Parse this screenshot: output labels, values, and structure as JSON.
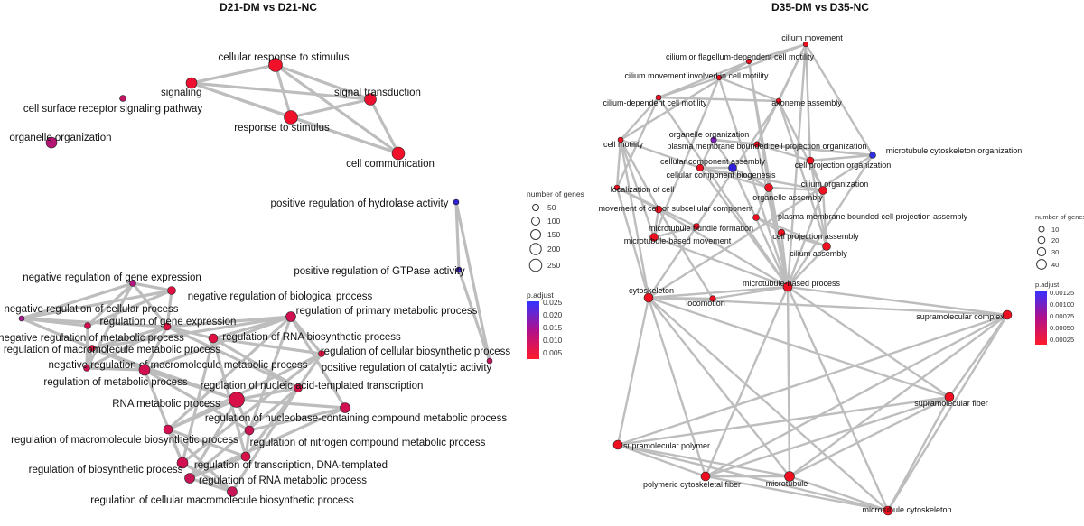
{
  "left_title": "D21-DM vs D21-NC",
  "right_title": "D35-DM vs D35-NC",
  "left_nodes": [
    {
      "id": "crs",
      "label": "cellular response to stimulus",
      "color": "#f0102a"
    },
    {
      "id": "sig",
      "label": "signaling",
      "color": "#ee1030"
    },
    {
      "id": "st",
      "label": "signal transduction",
      "color": "#ee1030"
    },
    {
      "id": "rts",
      "label": "response to stimulus",
      "color": "#f0102a"
    },
    {
      "id": "cc",
      "label": "cell communication",
      "color": "#f0102a"
    },
    {
      "id": "csr",
      "label": "cell surface receptor signaling pathway",
      "color": "#c01560"
    },
    {
      "id": "oo",
      "label": "organelle organization",
      "color": "#b31575"
    },
    {
      "id": "prha",
      "label": "positive regulation of hydrolase activity",
      "color": "#3020d8"
    },
    {
      "id": "prgtp",
      "label": "positive regulation of GTPase activity",
      "color": "#3a20d0"
    },
    {
      "id": "nrge",
      "label": "negative regulation of gene expression",
      "color": "#b01580"
    },
    {
      "id": "nrbp",
      "label": "negative regulation of biological process",
      "color": "#e01040"
    },
    {
      "id": "nrcp",
      "label": "negative regulation of cellular process",
      "color": "#a51890"
    },
    {
      "id": "rge",
      "label": "regulation of gene expression",
      "color": "#e01040"
    },
    {
      "id": "rpmp",
      "label": "regulation of primary metabolic process",
      "color": "#d01050"
    },
    {
      "id": "nrmp",
      "label": "negative regulation of metabolic process",
      "color": "#d01050"
    },
    {
      "id": "rrnab",
      "label": "regulation of RNA biosynthetic process",
      "color": "#e01040"
    },
    {
      "id": "rmmp",
      "label": "regulation of macromolecule metabolic process",
      "color": "#e01040"
    },
    {
      "id": "rcbp",
      "label": "regulation of cellular biosynthetic process",
      "color": "#e01040"
    },
    {
      "id": "nrmmp",
      "label": "negative regulation of macromolecule metabolic process",
      "color": "#d01050"
    },
    {
      "id": "prca",
      "label": "positive regulation of catalytic activity",
      "color": "#c01560"
    },
    {
      "id": "rmetp",
      "label": "regulation of metabolic process",
      "color": "#d01050"
    },
    {
      "id": "rnatt",
      "label": "regulation of nucleic acid-templated transcription",
      "color": "#d81048"
    },
    {
      "id": "rnamp",
      "label": "RNA metabolic process",
      "color": "#d81048"
    },
    {
      "id": "rnbc",
      "label": "regulation of nucleobase-containing compound metabolic process",
      "color": "#d01050"
    },
    {
      "id": "rmbp",
      "label": "regulation of macromolecule biosynthetic process",
      "color": "#d01050"
    },
    {
      "id": "rncmp",
      "label": "regulation of nitrogen compound metabolic process",
      "color": "#c81555"
    },
    {
      "id": "rbp",
      "label": "regulation of biosynthetic process",
      "color": "#d01050"
    },
    {
      "id": "rtdt",
      "label": "regulation of transcription, DNA-templated",
      "color": "#d81048"
    },
    {
      "id": "rrnamp",
      "label": "regulation of RNA metabolic process",
      "color": "#c81555"
    },
    {
      "id": "rcmbp",
      "label": "regulation of cellular macromolecule biosynthetic process",
      "color": "#c81555"
    }
  ],
  "right_nodes": [
    {
      "id": "cm",
      "label": "cilium movement",
      "color": "#ee1020"
    },
    {
      "id": "cfdcm",
      "label": "cilium or flagellum-dependent cell motility",
      "color": "#ee1020"
    },
    {
      "id": "cmicm",
      "label": "cilium movement involved in cell motility",
      "color": "#ee1020"
    },
    {
      "id": "cdcm",
      "label": "cilium-dependent cell motility",
      "color": "#ee1020"
    },
    {
      "id": "aa",
      "label": "axoneme assembly",
      "color": "#ee1020"
    },
    {
      "id": "oorg",
      "label": "organelle organization",
      "color": "#8020c0"
    },
    {
      "id": "cmot",
      "label": "cell motility",
      "color": "#ee1020"
    },
    {
      "id": "pmbcpo",
      "label": "plasma membrane bounded cell projection organization",
      "color": "#ee1020"
    },
    {
      "id": "mco",
      "label": "microtubule cytoskeleton organization",
      "color": "#3030e0"
    },
    {
      "id": "cca",
      "label": "cellular component assembly",
      "color": "#ee1020"
    },
    {
      "id": "cpo",
      "label": "cell projection organization",
      "color": "#ee1020"
    },
    {
      "id": "ccb",
      "label": "cellular component biogenesis",
      "color": "#3020d8"
    },
    {
      "id": "loc",
      "label": "localization of cell",
      "color": "#ee1020"
    },
    {
      "id": "corg",
      "label": "cilium organization",
      "color": "#ee1020"
    },
    {
      "id": "oa",
      "label": "organelle assembly",
      "color": "#ee1020"
    },
    {
      "id": "mcsc",
      "label": "movement of cell or subcellular component",
      "color": "#ee1020"
    },
    {
      "id": "pmbcpa",
      "label": "plasma membrane bounded cell projection assembly",
      "color": "#ee1020"
    },
    {
      "id": "mbf",
      "label": "microtubule bundle formation",
      "color": "#ee1020"
    },
    {
      "id": "cpa",
      "label": "cell projection assembly",
      "color": "#ee1020"
    },
    {
      "id": "mbm",
      "label": "microtubule-based movement",
      "color": "#ee1020"
    },
    {
      "id": "cas",
      "label": "cilium assembly",
      "color": "#ee1020"
    },
    {
      "id": "cyto",
      "label": "cytoskeleton",
      "color": "#ee1020"
    },
    {
      "id": "mbp",
      "label": "microtubule-based process",
      "color": "#ee1020"
    },
    {
      "id": "locom",
      "label": "locomotion",
      "color": "#ee1020"
    },
    {
      "id": "smc",
      "label": "supramolecular complex",
      "color": "#ee1020"
    },
    {
      "id": "smf",
      "label": "supramolecular fiber",
      "color": "#ee1020"
    },
    {
      "id": "smp",
      "label": "supramolecular polymer",
      "color": "#ee1020"
    },
    {
      "id": "pcf",
      "label": "polymeric cytoskeletal fiber",
      "color": "#ee1020"
    },
    {
      "id": "mt",
      "label": "microtubule",
      "color": "#ee1020"
    },
    {
      "id": "mtc",
      "label": "microtubule cytoskeleton",
      "color": "#ee1020"
    }
  ],
  "left_legend": {
    "size_title": "number of genes",
    "size_values": [
      "50",
      "100",
      "150",
      "200",
      "250"
    ],
    "color_title": "p.adjust",
    "color_ticks": [
      "0.025",
      "0.020",
      "0.015",
      "0.010",
      "0.005"
    ],
    "color_high": "#3333ff",
    "color_low": "#ff1a2a"
  },
  "right_legend": {
    "size_title": "number of genes",
    "size_values": [
      "10",
      "20",
      "30",
      "40"
    ],
    "color_title": "p.adjust",
    "color_ticks": [
      "0.00125",
      "0.00100",
      "0.00075",
      "0.00050",
      "0.00025"
    ],
    "color_high": "#3333ff",
    "color_low": "#ff1a2a"
  },
  "edge_color": "#bdbdbd"
}
